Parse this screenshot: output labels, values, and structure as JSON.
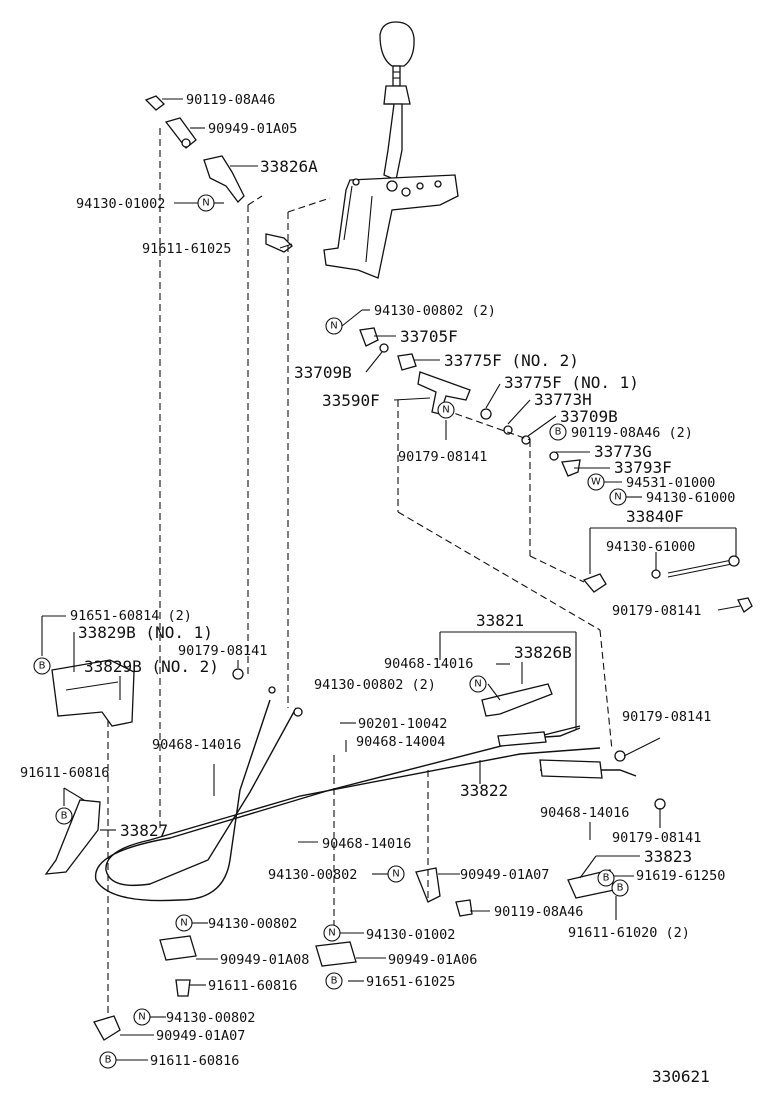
{
  "diagram_number": "330621",
  "labels": {
    "p01": "90119-08A46",
    "p02": "90949-01A05",
    "p03": "33826A",
    "p04": "94130-01002",
    "p05": "91611-61025",
    "p06": "94130-00802 (2)",
    "p07": "33705F",
    "p08": "33709B",
    "p09": "33775F (NO. 2)",
    "p10": "33775F (NO. 1)",
    "p11": "33590F",
    "p12": "33773H",
    "p13": "33709B",
    "p14": "90119-08A46 (2)",
    "p15": "90179-08141",
    "p16": "33773G",
    "p17": "33793F",
    "p18": "94531-01000",
    "p19": "94130-61000",
    "p20": "33840F",
    "p21": "94130-61000",
    "p22": "90179-08141",
    "p23": "91651-60814 (2)",
    "p24": "33829B (NO. 1)",
    "p25": "33829B (NO. 2)",
    "p26": "90179-08141",
    "p27": "33821",
    "p28": "90468-14016",
    "p29": "33826B",
    "p30": "94130-00802 (2)",
    "p31": "90201-10042",
    "p32": "90468-14004",
    "p33": "90179-08141",
    "p34": "90468-14016",
    "p35": "33822",
    "p36": "91611-60816",
    "p37": "33827",
    "p38": "90468-14016",
    "p39": "90179-08141",
    "p40": "90468-14016",
    "p41": "33823",
    "p42": "94130-00802",
    "p43": "90949-01A07",
    "p44": "91619-61250",
    "p45": "90119-08A46",
    "p46": "91611-61020 (2)",
    "p47": "94130-00802",
    "p48": "94130-01002",
    "p49": "90949-01A08",
    "p50": "90949-01A06",
    "p51": "91611-60816",
    "p52": "91651-61025",
    "p53": "94130-00802",
    "p54": "90949-01A07",
    "p55": "91611-60816"
  },
  "symbols": {
    "nut": "N",
    "bolt": "B",
    "washer": "W"
  }
}
